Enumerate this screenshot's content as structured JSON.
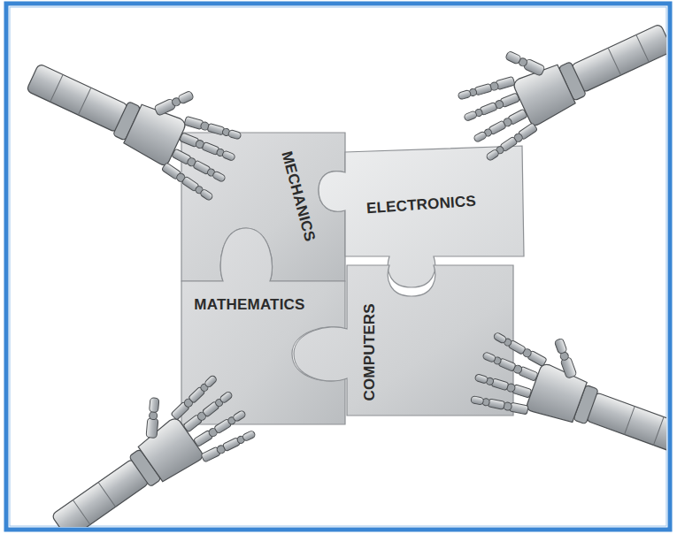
{
  "diagram": {
    "nodes": [
      {
        "text": [
          "MECHANICS"
        ]
      },
      {
        "text": [
          "ELECTRONICS"
        ]
      },
      {
        "text": [
          "MATHEMATICS"
        ]
      },
      {
        "text": [
          "COMPUTERS"
        ]
      }
    ]
  }
}
